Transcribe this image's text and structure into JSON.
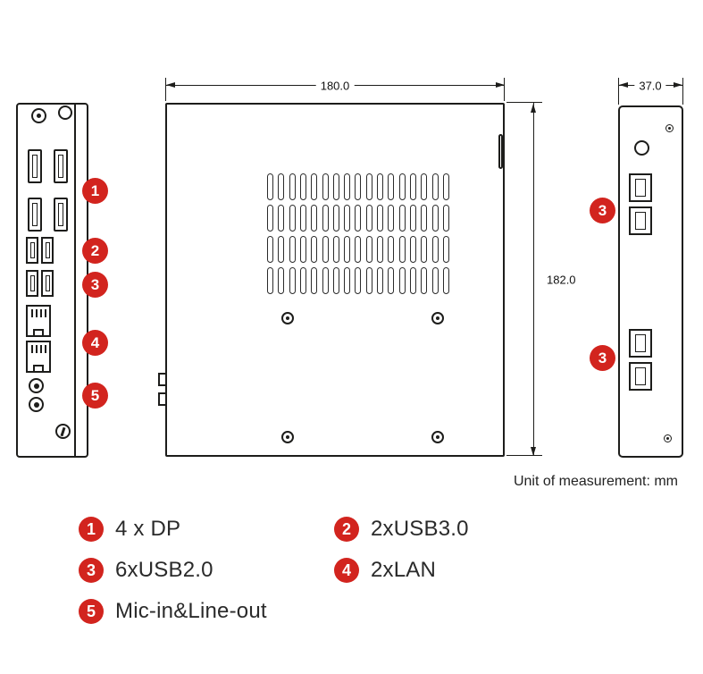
{
  "colors": {
    "accent_red": "#d2241e",
    "line": "#1d1d1b"
  },
  "dimensions": {
    "top_width": "180.0",
    "side_height": "182.0",
    "side_depth": "37.0"
  },
  "unit_note": "Unit of measurement: mm",
  "callouts": {
    "rear": [
      "1",
      "2",
      "3",
      "4",
      "5"
    ],
    "side": [
      "3",
      "3"
    ]
  },
  "legend": {
    "items": [
      {
        "num": "1",
        "label": "4 x DP"
      },
      {
        "num": "2",
        "label": "2xUSB3.0"
      },
      {
        "num": "3",
        "label": "6xUSB2.0"
      },
      {
        "num": "4",
        "label": "2xLAN"
      },
      {
        "num": "5",
        "label": "Mic-in&Line-out"
      }
    ]
  }
}
